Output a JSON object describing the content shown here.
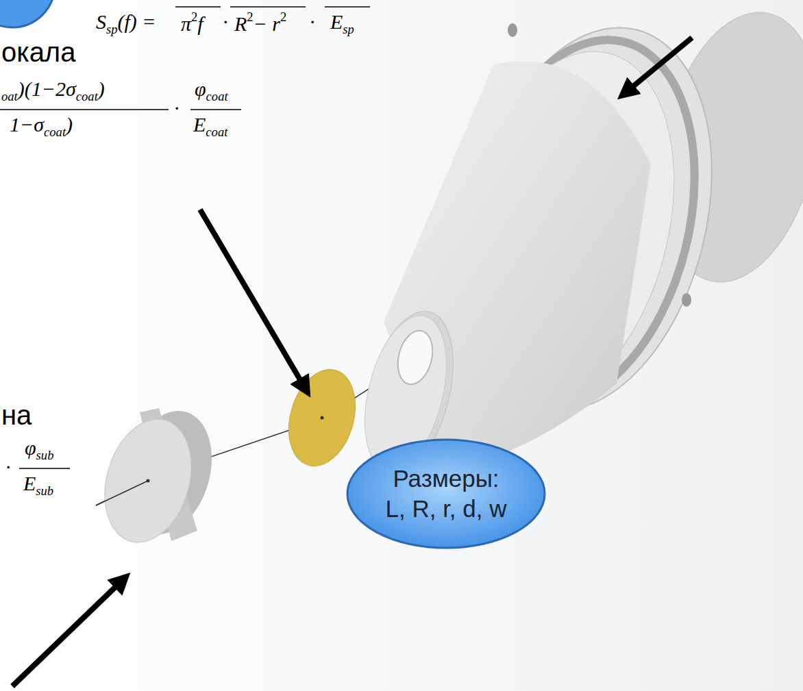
{
  "diagram": {
    "nodes": [
      {
        "text": [
          "Размеры:",
          "L, R, r, d, w"
        ]
      }
    ],
    "labels": [
      "S",
      "sp",
      "(f) =",
      "π",
      "2",
      "f",
      "·",
      "R",
      "2",
      "− r",
      "2",
      "·",
      "E",
      "sp",
      "окала",
      "oat",
      ")(1−2σ",
      "coat",
      ")",
      "1−σ",
      "coat",
      ")",
      "·",
      "φ",
      "coat",
      "E",
      "coat",
      "на",
      "·",
      "φ",
      "sub",
      "E",
      "sub"
    ]
  }
}
